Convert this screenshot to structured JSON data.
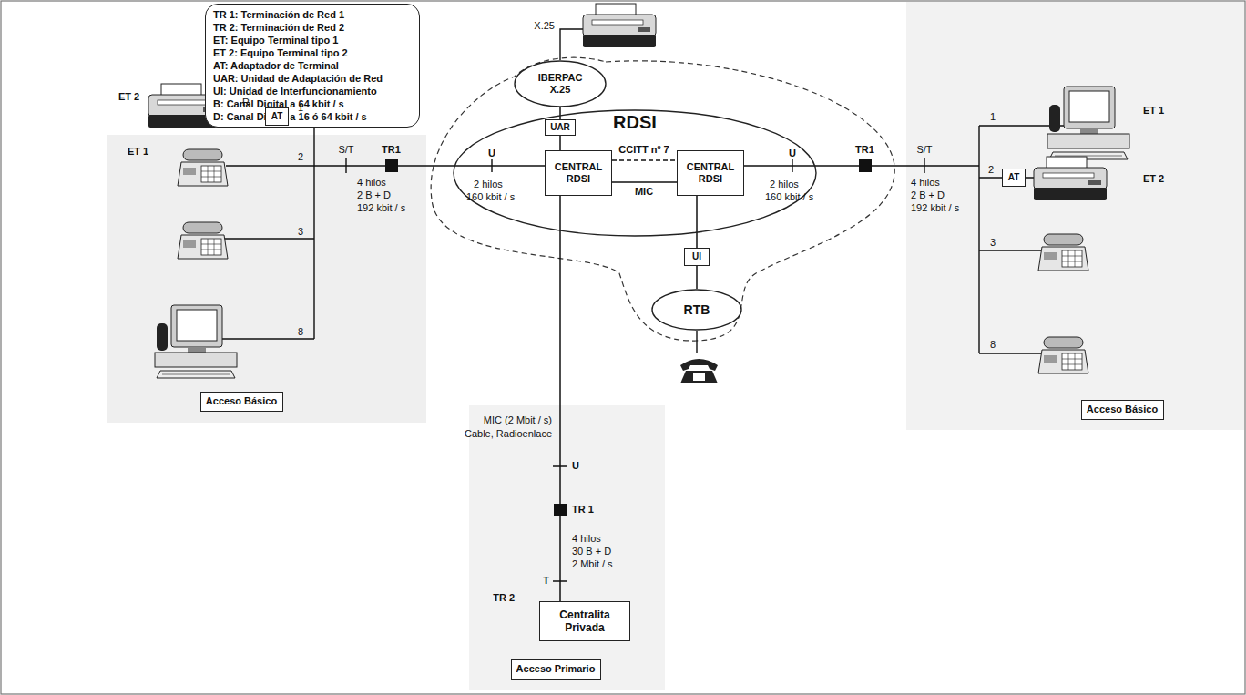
{
  "diagram": {
    "nodes": [
      {
        "text": [
          "TR 1: Terminación de Red 1",
          "TR 2: Terminación de Red 2",
          "ET: Equipo Terminal tipo 1",
          "ET 2: Equipo Terminal tipo 2",
          "AT: Adaptador de Terminal",
          "UAR: Unidad de Adaptación de Red",
          "UI: Unidad de Interfuncionamiento",
          "B: Canal Digital a 64 kbit / s",
          "D: Canal Digital a 16 ó 64 kbit / s"
        ]
      },
      {
        "text": [
          "IBERPAC X.25"
        ]
      },
      {
        "text": [
          "UAR"
        ]
      },
      {
        "text": [
          "RDSI"
        ]
      },
      {
        "text": [
          "CENTRAL RDSI"
        ],
        "in": 3
      },
      {
        "text": [
          "CENTRAL RDSI"
        ],
        "in": 3
      },
      {
        "text": [
          "UI"
        ]
      },
      {
        "text": [
          "RTB"
        ]
      },
      {
        "text": [
          "TR1"
        ]
      },
      {
        "text": [
          "TR1"
        ]
      },
      {
        "text": [
          "TR 1"
        ]
      },
      {
        "text": [
          "AT"
        ]
      },
      {
        "text": [
          "AT"
        ]
      },
      {
        "text": [
          "Centralita Privada"
        ]
      },
      {
        "text": [
          "Acceso Básico"
        ]
      },
      {
        "text": [
          "Acceso Primario"
        ]
      },
      {
        "text": [
          "Acceso Básico"
        ]
      }
    ],
    "edges": [
      {
        "from": 1,
        "to": 2,
        "arrow": "none"
      },
      {
        "from": 2,
        "to": 4,
        "arrow": "none"
      },
      {
        "from": 4,
        "to": 5,
        "label": "CCITT nº 7",
        "arrow": "none"
      },
      {
        "from": 4,
        "to": 5,
        "label": "MIC",
        "arrow": "none"
      },
      {
        "from": 8,
        "to": 4,
        "label": "U",
        "arrow": "none"
      },
      {
        "from": 5,
        "to": 9,
        "label": "U",
        "arrow": "none"
      },
      {
        "from": 5,
        "to": 6,
        "arrow": "none"
      },
      {
        "from": 6,
        "to": 7,
        "arrow": "none"
      },
      {
        "from": 4,
        "to": 10,
        "label": "U",
        "arrow": "none"
      },
      {
        "from": 10,
        "to": 13,
        "label": "T",
        "arrow": "none"
      }
    ],
    "labels": [
      "X.25",
      "ET 2",
      "R",
      "1",
      "ET 1",
      "2",
      "3",
      "8",
      "S/T",
      "4 hilos",
      "2 B + D",
      "192 kbit / s",
      "2 hilos",
      "160 kbit / s",
      "2 hilos",
      "160 kbit / s",
      "S/T",
      "4 hilos",
      "2 B + D",
      "192 kbit / s",
      "1",
      "2",
      "3",
      "8",
      "ET 1",
      "ET 2",
      "MIC (2 Mbit / s)",
      "Cable, Radioenlace",
      "4 hilos",
      "30 B + D",
      "2 Mbit / s",
      "TR 2"
    ]
  }
}
